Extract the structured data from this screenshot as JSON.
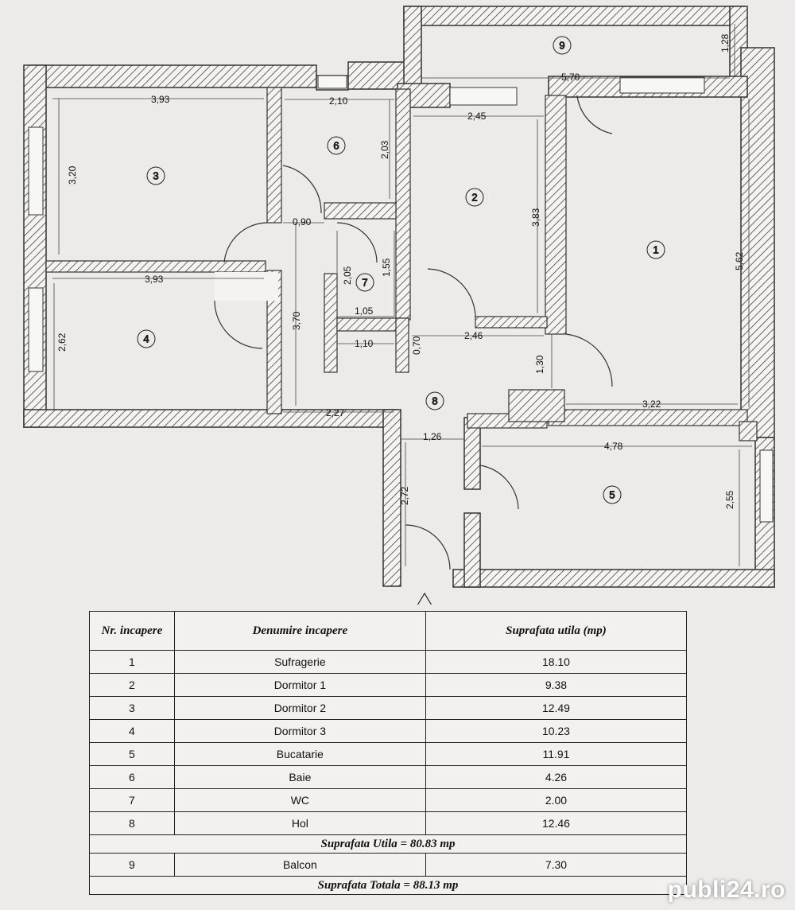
{
  "rooms": [
    {
      "nr": "1",
      "name": "Sufragerie",
      "area": "18.10"
    },
    {
      "nr": "2",
      "name": "Dormitor 1",
      "area": "9.38"
    },
    {
      "nr": "3",
      "name": "Dormitor 2",
      "area": "12.49"
    },
    {
      "nr": "4",
      "name": "Dormitor 3",
      "area": "10.23"
    },
    {
      "nr": "5",
      "name": "Bucatarie",
      "area": "11.91"
    },
    {
      "nr": "6",
      "name": "Baie",
      "area": "4.26"
    },
    {
      "nr": "7",
      "name": "WC",
      "area": "2.00"
    },
    {
      "nr": "8",
      "name": "Hol",
      "area": "12.46"
    }
  ],
  "balcony": {
    "nr": "9",
    "name": "Balcon",
    "area": "7.30"
  },
  "table": {
    "header_nr": "Nr. incapere",
    "header_name": "Denumire incapere",
    "header_area": "Suprafata utila (mp)",
    "useful_total": "Suprafata Utila = 80.83 mp",
    "grand_total": "Suprafata Totala = 88.13 mp"
  },
  "dimensions": {
    "r3_width": "3,93",
    "r3_height": "3,20",
    "r4_width": "3,93",
    "r4_height": "2,62",
    "r6_width": "2,10",
    "r6_height": "2,03",
    "hall_width_small": "0,90",
    "hall_height": "3,70",
    "r7_height": "2,05",
    "r7_height2": "1,55",
    "r7_width": "1,05",
    "r7b_width": "1,10",
    "gap": "0,70",
    "r2_width": "2,45",
    "r2_height": "3,83",
    "r2_bottom": "2,46",
    "r1_height": "5,62",
    "r1_width": "3,22",
    "r1_gap": "1,30",
    "r9_width": "5,70",
    "r9_height": "1,28",
    "r8_width": "2,27",
    "r8_entry": "1,26",
    "r8_entry_h": "2,72",
    "r5_width": "4,78",
    "r5_height": "2,55"
  },
  "watermark": "publi24.ro"
}
